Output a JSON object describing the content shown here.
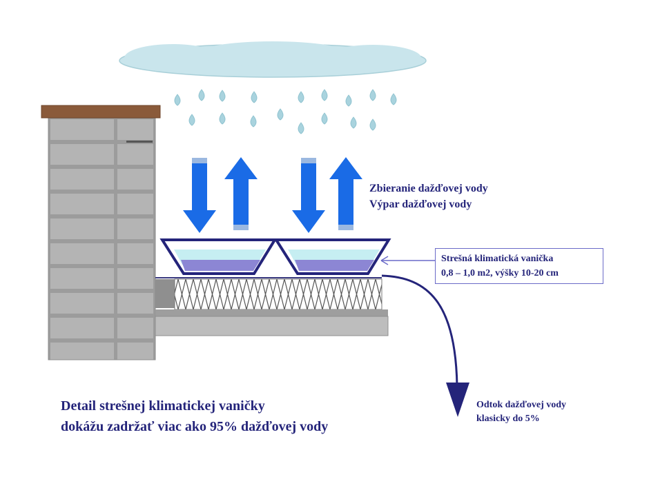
{
  "diagram": {
    "labels": {
      "collection": "Zbieranie dažďovej vody",
      "evaporation": "Výpar dažďovej vody",
      "pan_title": "Strešná klimatická vanička",
      "pan_spec": "0,8 – 1,0 m2, výšky 10-20 cm",
      "outflow_title": "Odtok dažďovej vody",
      "outflow_share": "klasicky do 5%",
      "caption_line1": "Detail strešnej  klimatickej vaničky",
      "caption_line2": "dokážu zadržať viac ako 95% dažďovej vody"
    },
    "colors": {
      "cloud": "#c9e5ec",
      "raindrop": "#a9d3de",
      "arrow": "#1a6be6",
      "pan_outline": "#24247a",
      "pan_water": "#c6eef2",
      "pan_water_deep": "#8c86d4",
      "wall": "#b0b0b0",
      "wall_cap": "#8a5a3a",
      "text": "#24247a"
    }
  }
}
